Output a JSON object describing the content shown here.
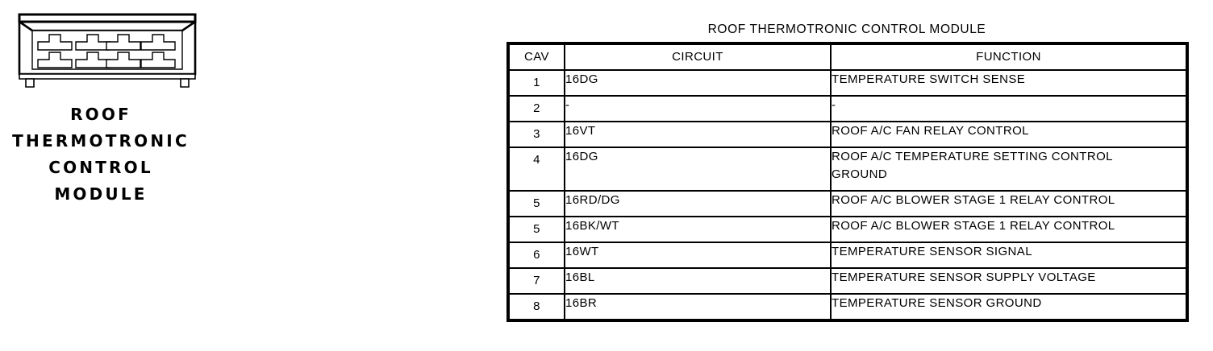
{
  "connector": {
    "label_lines": [
      "ROOF",
      "THERMOTRONIC",
      "CONTROL",
      "MODULE"
    ],
    "label_text": "ROOF\nTHERMOTRONIC\nCONTROL\nMODULE",
    "cavity_count": 8,
    "cavity_rows": 2,
    "cavity_columns": 4,
    "icon_name": "connector-8-cavity-diagram",
    "line_color": "#000000",
    "fill_color": "#ffffff"
  },
  "table": {
    "title": "ROOF THERMOTRONIC CONTROL MODULE",
    "headers": {
      "cav": "CAV",
      "circuit": "CIRCUIT",
      "function": "FUNCTION"
    },
    "rows": [
      {
        "cav": "1",
        "circuit": "16DG",
        "function": "TEMPERATURE SWITCH SENSE",
        "function_line2": ""
      },
      {
        "cav": "2",
        "circuit": "-",
        "function": "-",
        "function_line2": ""
      },
      {
        "cav": "3",
        "circuit": "16VT",
        "function": "ROOF A/C FAN RELAY CONTROL",
        "function_line2": ""
      },
      {
        "cav": "4",
        "circuit": "16DG",
        "function": "ROOF A/C TEMPERATURE SETTING CONTROL",
        "function_line2": "GROUND"
      },
      {
        "cav": "5",
        "circuit": "16RD/DG",
        "function": "ROOF A/C BLOWER STAGE 1 RELAY CONTROL",
        "function_line2": ""
      },
      {
        "cav": "5",
        "circuit": "16BK/WT",
        "function": "ROOF A/C BLOWER STAGE 1 RELAY CONTROL",
        "function_line2": ""
      },
      {
        "cav": "6",
        "circuit": "16WT",
        "function": "TEMPERATURE SENSOR SIGNAL",
        "function_line2": ""
      },
      {
        "cav": "7",
        "circuit": "16BL",
        "function": "TEMPERATURE SENSOR SUPPLY VOLTAGE",
        "function_line2": ""
      },
      {
        "cav": "8",
        "circuit": "16BR",
        "function": "TEMPERATURE SENSOR GROUND",
        "function_line2": ""
      }
    ]
  },
  "colors": {
    "ink": "#000000",
    "paper": "#ffffff"
  }
}
